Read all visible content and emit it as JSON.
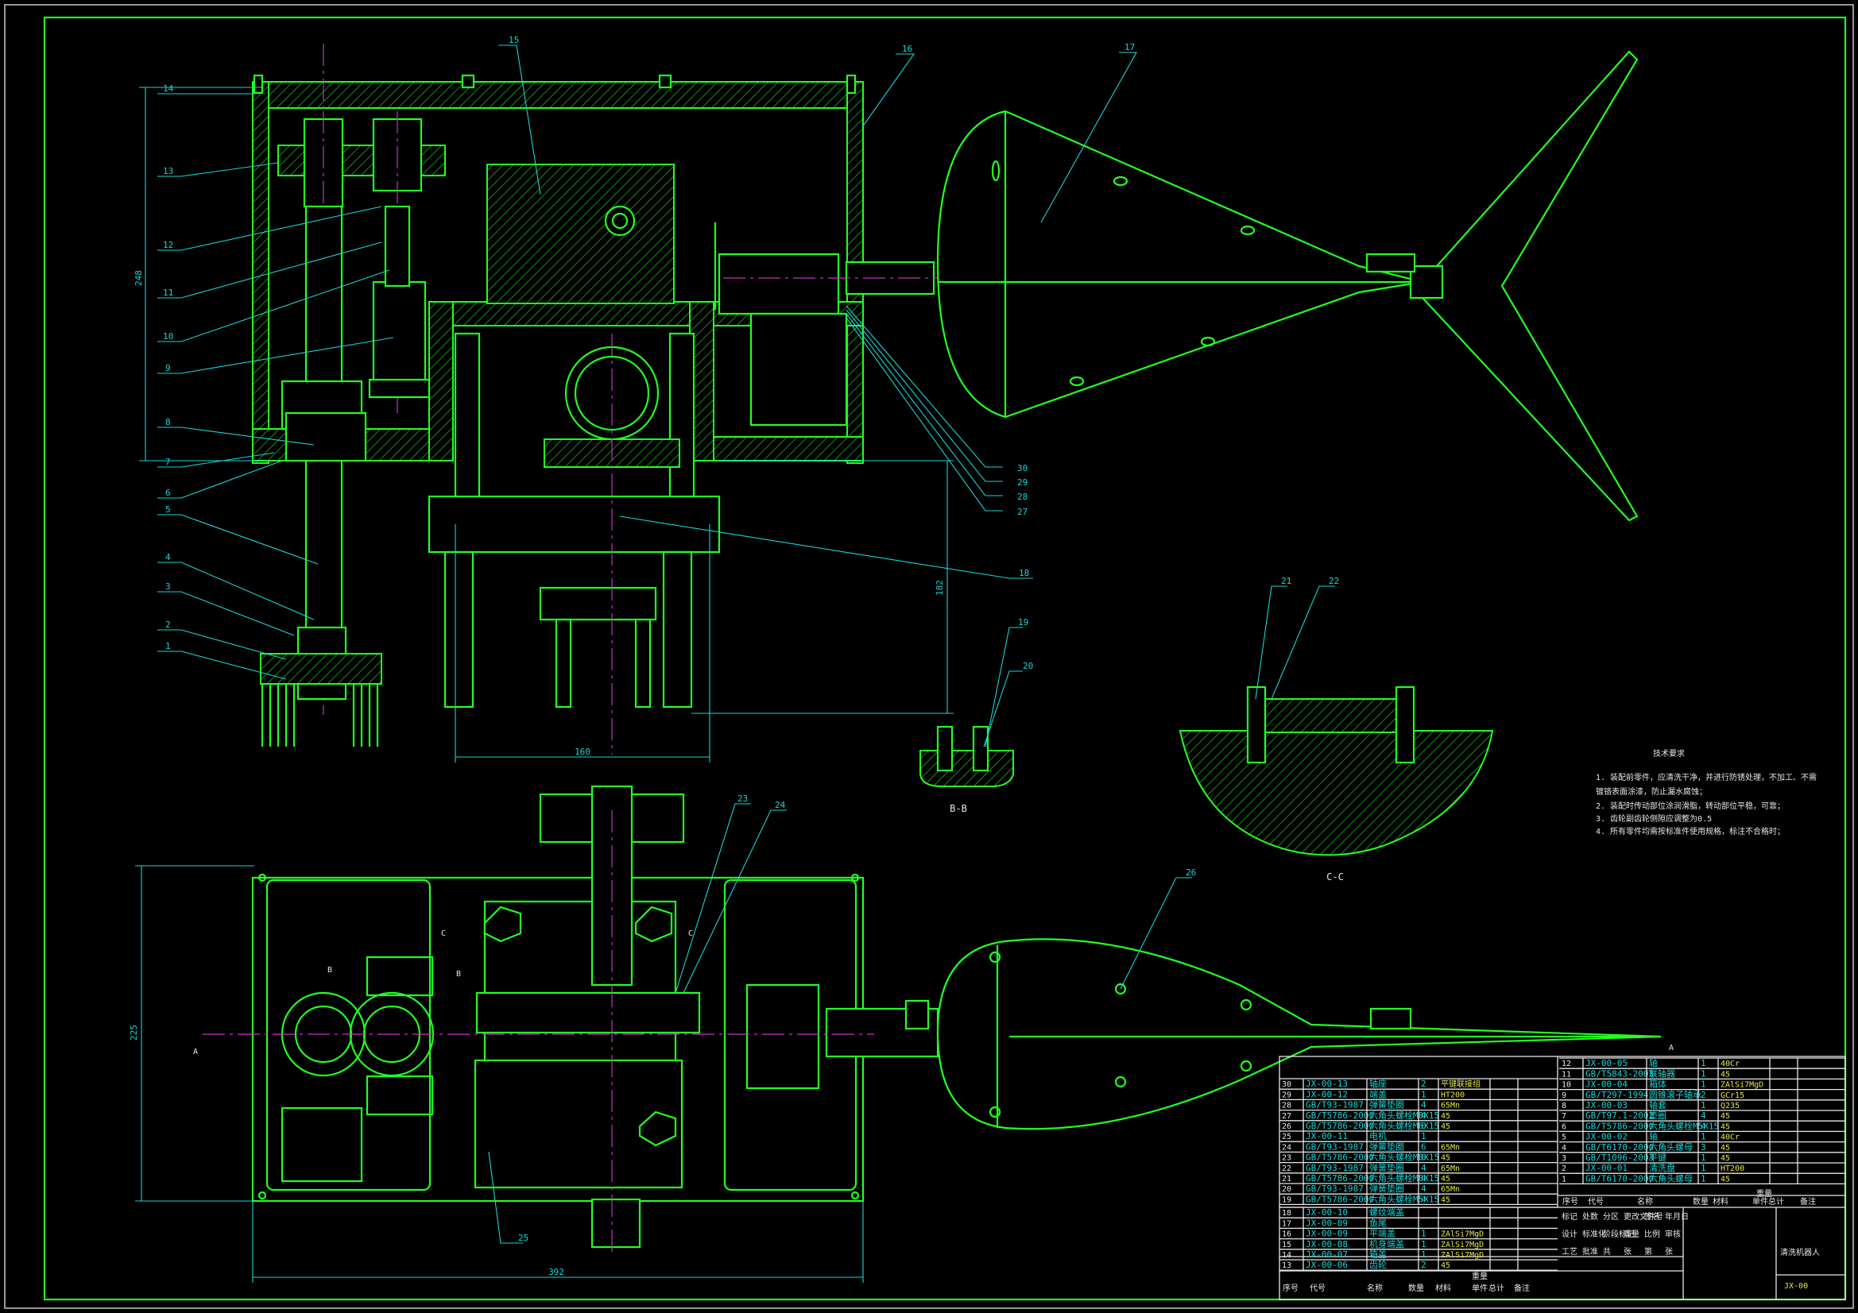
{
  "drawing_number": "JX-00",
  "drawing_title": "清洗机器人",
  "section_labels": {
    "bb": "B-B",
    "cc": "C-C"
  },
  "view_markers": {
    "a_left": "A",
    "a_right": "A",
    "b_left": "B",
    "b_right": "B",
    "c_left": "C",
    "c_right": "C"
  },
  "dimensions": {
    "height_left": "248",
    "width_mid": "160",
    "height_mid": "182",
    "height_plan": "225",
    "width_plan": "392"
  },
  "part_callouts": [
    "1",
    "2",
    "3",
    "4",
    "5",
    "6",
    "7",
    "8",
    "9",
    "10",
    "11",
    "12",
    "13",
    "14",
    "15",
    "16",
    "17",
    "18",
    "19",
    "20",
    "21",
    "22",
    "23",
    "24",
    "25",
    "26",
    "27",
    "28",
    "29",
    "30"
  ],
  "technical_requirements": {
    "title": "技术要求",
    "items": [
      "1. 装配前零件，应清洗干净，并进行防锈处理，不加工、不需",
      "镀铬表面涂漆，防止漏水腐蚀；",
      "2. 装配时传动部位涂润滑脂，转动部位平稳，可靠；",
      "3. 齿轮副齿轮侧隙应调整为0.5",
      "4. 所有零件均需按标准件使用规格，标注不合格时；"
    ]
  },
  "bom_left": {
    "rows": [
      [
        "30",
        "JX-00-13",
        "轴座",
        "2",
        "平键联接组",
        ""
      ],
      [
        "29",
        "JX-00-12",
        "端盖",
        "1",
        "HT200",
        ""
      ],
      [
        "28",
        "GB/T93-1987",
        "弹簧垫圈",
        "4",
        "65Mn",
        ""
      ],
      [
        "27",
        "GB/T5786-2000",
        "六角头螺栓M8X15",
        "4",
        "45",
        ""
      ],
      [
        "26",
        "GB/T5786-2000",
        "六角头螺栓M6X15",
        "6",
        "45",
        ""
      ],
      [
        "25",
        "JX-00-11",
        "电机",
        "1",
        "",
        ""
      ],
      [
        "24",
        "GB/T93-1987",
        "弹簧垫圈",
        "6",
        "65Mn",
        ""
      ],
      [
        "23",
        "GB/T5786-2000",
        "六角头螺栓M8X15",
        "6",
        "45",
        ""
      ],
      [
        "22",
        "GB/T93-1987",
        "弹簧垫圈",
        "4",
        "65Mn",
        ""
      ],
      [
        "21",
        "GB/T5786-2000",
        "六角头螺栓M8X15",
        "4",
        "45",
        ""
      ],
      [
        "20",
        "GB/T93-1987",
        "弹簧垫圈",
        "4",
        "65Mn",
        ""
      ],
      [
        "19",
        "GB/T5786-2000",
        "六角头螺栓M5X15",
        "4",
        "45",
        ""
      ]
    ]
  },
  "bom_lower": {
    "rows": [
      [
        "18",
        "JX-00-10",
        "螺纹端盖",
        "",
        "",
        ""
      ],
      [
        "17",
        "JX-00-09",
        "鱼尾",
        "",
        "",
        ""
      ],
      [
        "16",
        "JX-00-09",
        "平端盖",
        "1",
        "ZAlSi7MgD",
        ""
      ],
      [
        "15",
        "JX-00-08",
        "机身端盖",
        "1",
        "ZAlSi7MgD",
        ""
      ],
      [
        "14",
        "JX-00-07",
        "箱盖",
        "1",
        "ZAlSi7MgD",
        ""
      ],
      [
        "13",
        "JX-00-06",
        "齿轮",
        "2",
        "45",
        ""
      ]
    ],
    "header": [
      "序号",
      "代号",
      "名称",
      "数量",
      "材料",
      "单件",
      "总计",
      "备注"
    ],
    "weight_header": "重量"
  },
  "bom_right": {
    "rows": [
      [
        "12",
        "JX-00-05",
        "轴",
        "1",
        "40Cr",
        ""
      ],
      [
        "11",
        "GB/T5843-2003",
        "联轴器",
        "1",
        "45",
        ""
      ],
      [
        "10",
        "JX-00-04",
        "箱体",
        "1",
        "ZAlSi7MgD",
        ""
      ],
      [
        "9",
        "GB/T297-1994",
        "圆锥滚子轴承",
        "2",
        "GCr15",
        ""
      ],
      [
        "8",
        "JX-00-03",
        "轴套",
        "1",
        "Q235",
        ""
      ],
      [
        "7",
        "GB/T97.1-2002",
        "垫圈",
        "4",
        "45",
        ""
      ],
      [
        "6",
        "GB/T5786-2000",
        "六角头螺栓M5X15",
        "4",
        "45",
        ""
      ],
      [
        "5",
        "JX-00-02",
        "轴",
        "1",
        "40Cr",
        ""
      ],
      [
        "4",
        "GB/T6170-2000",
        "六角头螺母",
        "3",
        "45",
        ""
      ],
      [
        "3",
        "GB/T1096-2003",
        "平键",
        "1",
        "45",
        ""
      ],
      [
        "2",
        "JX-00-01",
        "清洗盘",
        "1",
        "HT200",
        ""
      ],
      [
        "1",
        "GB/T6170-2000",
        "六角头螺母",
        "1",
        "45",
        ""
      ]
    ],
    "header": [
      "序号",
      "代号",
      "名称",
      "数量",
      "材料",
      "单件",
      "总计",
      "备注"
    ],
    "weight_header": "重量"
  },
  "title_block": {
    "labels": [
      "标记",
      "处数",
      "分区",
      "更改文件号",
      "签名",
      "年月日",
      "设计",
      "标准化",
      "阶段标记",
      "重量",
      "比例",
      "审核",
      "工艺",
      "批准",
      "共",
      "张",
      "第",
      "张"
    ],
    "project": "清洗机器人",
    "code": "JX-00"
  }
}
